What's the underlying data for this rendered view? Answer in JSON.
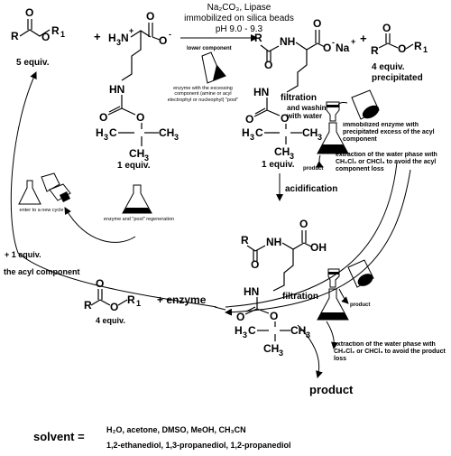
{
  "reaction_conditions": {
    "line1": "Na₂CO₃, Lipase",
    "line2": "immobilized on silica beads",
    "line3": "pH 9.0 - 9.3"
  },
  "reactant_ester": {
    "equiv": "5 equiv."
  },
  "reactant_amine": {
    "equiv": "1 equiv."
  },
  "product_salt": {
    "equiv": "1 equiv."
  },
  "ester_precipitated": {
    "equiv": "4  equiv.",
    "note": "precipitated"
  },
  "ester_recycled": {
    "equiv": "4 equiv."
  },
  "labels": {
    "lower_component": "lower component",
    "enzyme_note": "enzyme with the excessing component (amine or acyl electrophyl or nucleophyl) \"pool\"",
    "filtration_1": "filtration",
    "washing": "and washing with water",
    "immobilized_note": "immobilized enzyme with precipitated excess of the acyl component",
    "product_small_1": "product",
    "extraction_1": "extraction of the water phase with CH₂Cl₂ or CHCl₃ to avoid the acyl component loss",
    "acidification": "acidification",
    "enter_cycle": "enter to a new cycle",
    "regeneration": "enzyme and \"pool\" regeneration",
    "plus_one": "+ 1 equiv.",
    "acyl_component": "the acyl component",
    "plus_enzyme": "+  enzyme",
    "filtration_2": "filtration",
    "product_small_2": "product",
    "extraction_2": "extraction of the water phase with CH₂Cl₂ or CHCl₃ to avoid the product loss",
    "product_big": "product"
  },
  "solvent": {
    "label": "solvent =",
    "line1": "H₂O, acetone, DMSO, MeOH, CH₃CN",
    "line2": "1,2-ethanediol, 1,3-propanediol, 1,2-propanediol"
  }
}
